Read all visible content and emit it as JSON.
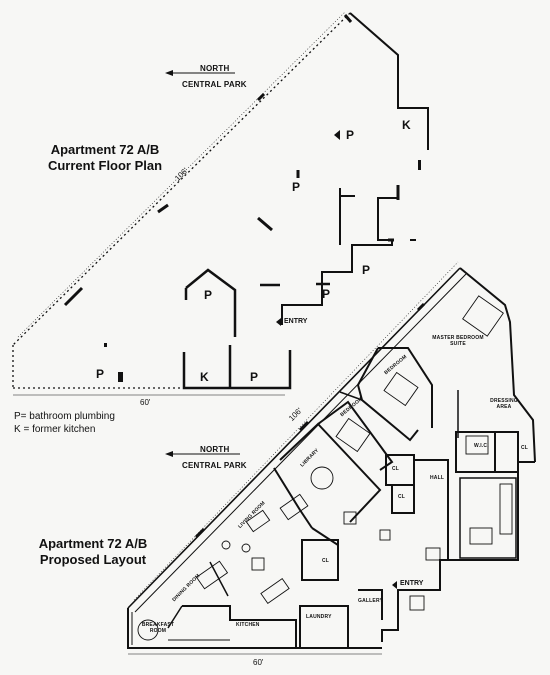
{
  "current": {
    "north_label": "NORTH",
    "park_label": "CENTRAL PARK",
    "title_line1": "Apartment 72 A/B",
    "title_line2": "Current Floor Plan",
    "dim_diagonal": "106'",
    "dim_bottom": "60'",
    "entry_label": "ENTRY",
    "plumbing_marks": [
      "P",
      "P",
      "P",
      "P",
      "P",
      "P",
      "P"
    ],
    "kitchen_marks": [
      "K",
      "K"
    ]
  },
  "legend": {
    "line1": "P= bathroom plumbing",
    "line2": "K = former kitchen"
  },
  "proposed": {
    "north_label": "NORTH",
    "park_label": "CENTRAL PARK",
    "title_line1": "Apartment 72 A/B",
    "title_line2": "Proposed Layout",
    "dim_diagonal": "106'",
    "dim_bottom": "60'",
    "entry_label": "ENTRY",
    "rooms": {
      "master_bedroom": "MASTER BEDROOM SUITE",
      "dressing_area": "DRESSING AREA",
      "bedroom_1": "BEDROOM",
      "bedroom_2": "BEDROOM",
      "wic": "W.I.C.",
      "cl_1": "CL",
      "cl_2": "CL",
      "cl_3": "CL",
      "cl_4": "CL",
      "hall": "HALL",
      "library": "LIBRARY",
      "living_room": "LIVING ROOM",
      "dining_room": "DINING ROOM",
      "breakfast_room": "BREAKFAST ROOM",
      "kitchen": "KITCHEN",
      "laundry": "LAUNDRY",
      "gallery": "GALLERY"
    }
  }
}
